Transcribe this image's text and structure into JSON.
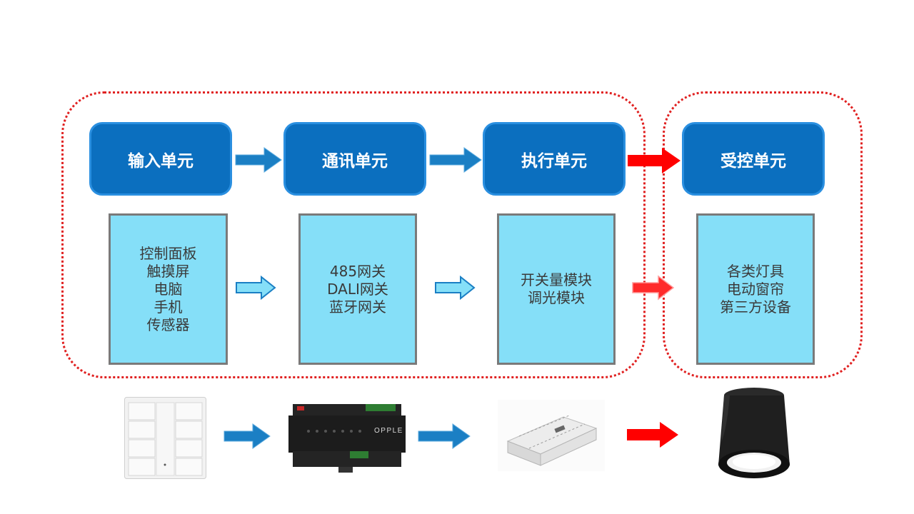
{
  "stages": [
    {
      "title": "输入单元",
      "items": [
        "控制面板",
        "触摸屏",
        "电脑",
        "手机",
        "传感器"
      ]
    },
    {
      "title": "通讯单元",
      "items": [
        "485网关",
        "DALI网关",
        "蓝牙网关"
      ]
    },
    {
      "title": "执行单元",
      "items": [
        "开关量模块",
        "调光模块"
      ]
    },
    {
      "title": "受控单元",
      "items": [
        "各类灯具",
        "电动窗帘",
        "第三方设备"
      ]
    }
  ],
  "device_brand": "OPPLE",
  "colors": {
    "head_fill": "#0b6fbf",
    "detail_fill": "#85dff8",
    "blue_arrow": "#1b7fc4",
    "light_arrow": "#85dff8",
    "red_arrow": "#ff0000",
    "group_border": "#e02020"
  }
}
